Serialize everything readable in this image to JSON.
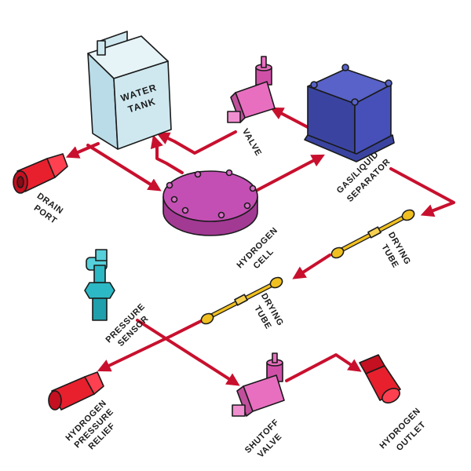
{
  "labels": {
    "water_tank": [
      "WATER",
      "TANK"
    ],
    "valve": "VALVE",
    "gas_liquid_separator": [
      "GAS/LIQUID",
      "SEPARATOR"
    ],
    "drain_port": [
      "DRAIN",
      "PORT"
    ],
    "hydrogen_cell": [
      "HYDROGEN",
      "CELL"
    ],
    "drying_tube_upper": [
      "DRYING",
      "TUBE"
    ],
    "drying_tube_lower": [
      "DRYING",
      "TUBE"
    ],
    "pressure_sensor": [
      "PRESSURE",
      "SENSOR"
    ],
    "hydrogen_pressure_relief": [
      "HYDROGEN",
      "PRESSURE",
      "RELIEF"
    ],
    "shutoff_valve": [
      "SHUTOFF",
      "VALVE"
    ],
    "hydrogen_outlet": [
      "HYDROGEN",
      "OUTLET"
    ]
  },
  "colors": {
    "pipe": "#c8102e",
    "water_tank": "#cfe8f0",
    "valve": "#e86fc0",
    "separator": "#4650b8",
    "hydrogen_cell": "#c44fb4",
    "drain_port": "#e8202e",
    "drying_tube": "#f0c020",
    "pressure_sensor": "#2cb8c4",
    "pressure_relief": "#e8202e",
    "shutoff_valve": "#e86fc0",
    "hydrogen_outlet": "#e8202e"
  },
  "icons": {
    "water_tank": "jerrycan-icon",
    "valve": "solenoid-valve-icon",
    "separator": "separator-block-icon",
    "drain_port": "fitting-icon",
    "hydrogen_cell": "cell-disc-icon",
    "drying_tube": "tube-icon",
    "pressure_sensor": "sensor-icon",
    "pressure_relief": "fitting-icon",
    "shutoff_valve": "solenoid-valve-icon",
    "hydrogen_outlet": "fitting-icon"
  }
}
